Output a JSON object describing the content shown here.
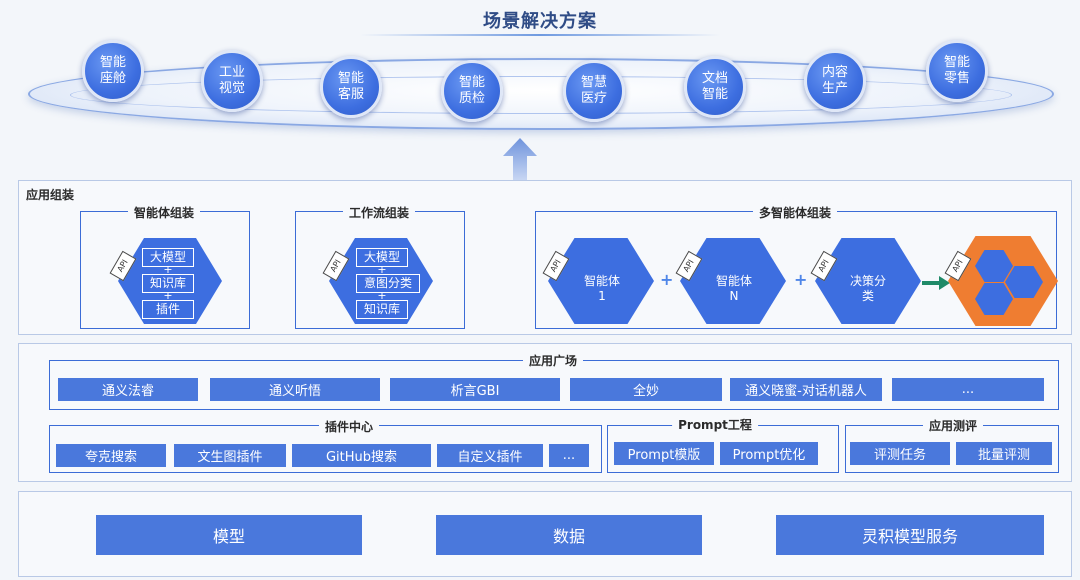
{
  "scenario": {
    "title": "场景解决方案",
    "items": [
      {
        "label": "智能座舱"
      },
      {
        "label": "工业视觉"
      },
      {
        "label": "智能客服"
      },
      {
        "label": "智能质检"
      },
      {
        "label": "智慧医疗"
      },
      {
        "label": "文档智能"
      },
      {
        "label": "内容生产"
      },
      {
        "label": "智能零售"
      }
    ]
  },
  "assembly": {
    "label": "应用组装",
    "agent": {
      "title": "智能体组装",
      "api": "API",
      "stack": [
        "大模型",
        "知识库",
        "插件"
      ]
    },
    "workflow": {
      "title": "工作流组装",
      "api": "API",
      "stack": [
        "大模型",
        "意图分类",
        "知识库"
      ]
    },
    "multi": {
      "title": "多智能体组装",
      "api": "API",
      "agent1": [
        "智能体",
        "1"
      ],
      "agentN": [
        "智能体",
        "N"
      ],
      "decision": [
        "决策分",
        "类"
      ],
      "plus": "+"
    }
  },
  "hub": {
    "plaza": {
      "title": "应用广场",
      "items": [
        "通义法睿",
        "通义听悟",
        "析言GBI",
        "全妙",
        "通义晓蜜-对话机器人",
        "..."
      ]
    },
    "plugins": {
      "title": "插件中心",
      "items": [
        "夸克搜索",
        "文生图插件",
        "GitHub搜索",
        "自定义插件",
        "..."
      ]
    },
    "prompt": {
      "title": "Prompt工程",
      "items": [
        "Prompt模版",
        "Prompt优化"
      ]
    },
    "evaluation": {
      "title": "应用测评",
      "items": [
        "评测任务",
        "批量评测"
      ]
    }
  },
  "foundation": {
    "items": [
      "模型",
      "数据",
      "灵积模型服务"
    ]
  },
  "colors": {
    "primary_blue": "#4a78dc",
    "hex_blue": "#3d6ee0",
    "accent_orange": "#ef7d31",
    "arrow_green": "#1f8a68"
  }
}
